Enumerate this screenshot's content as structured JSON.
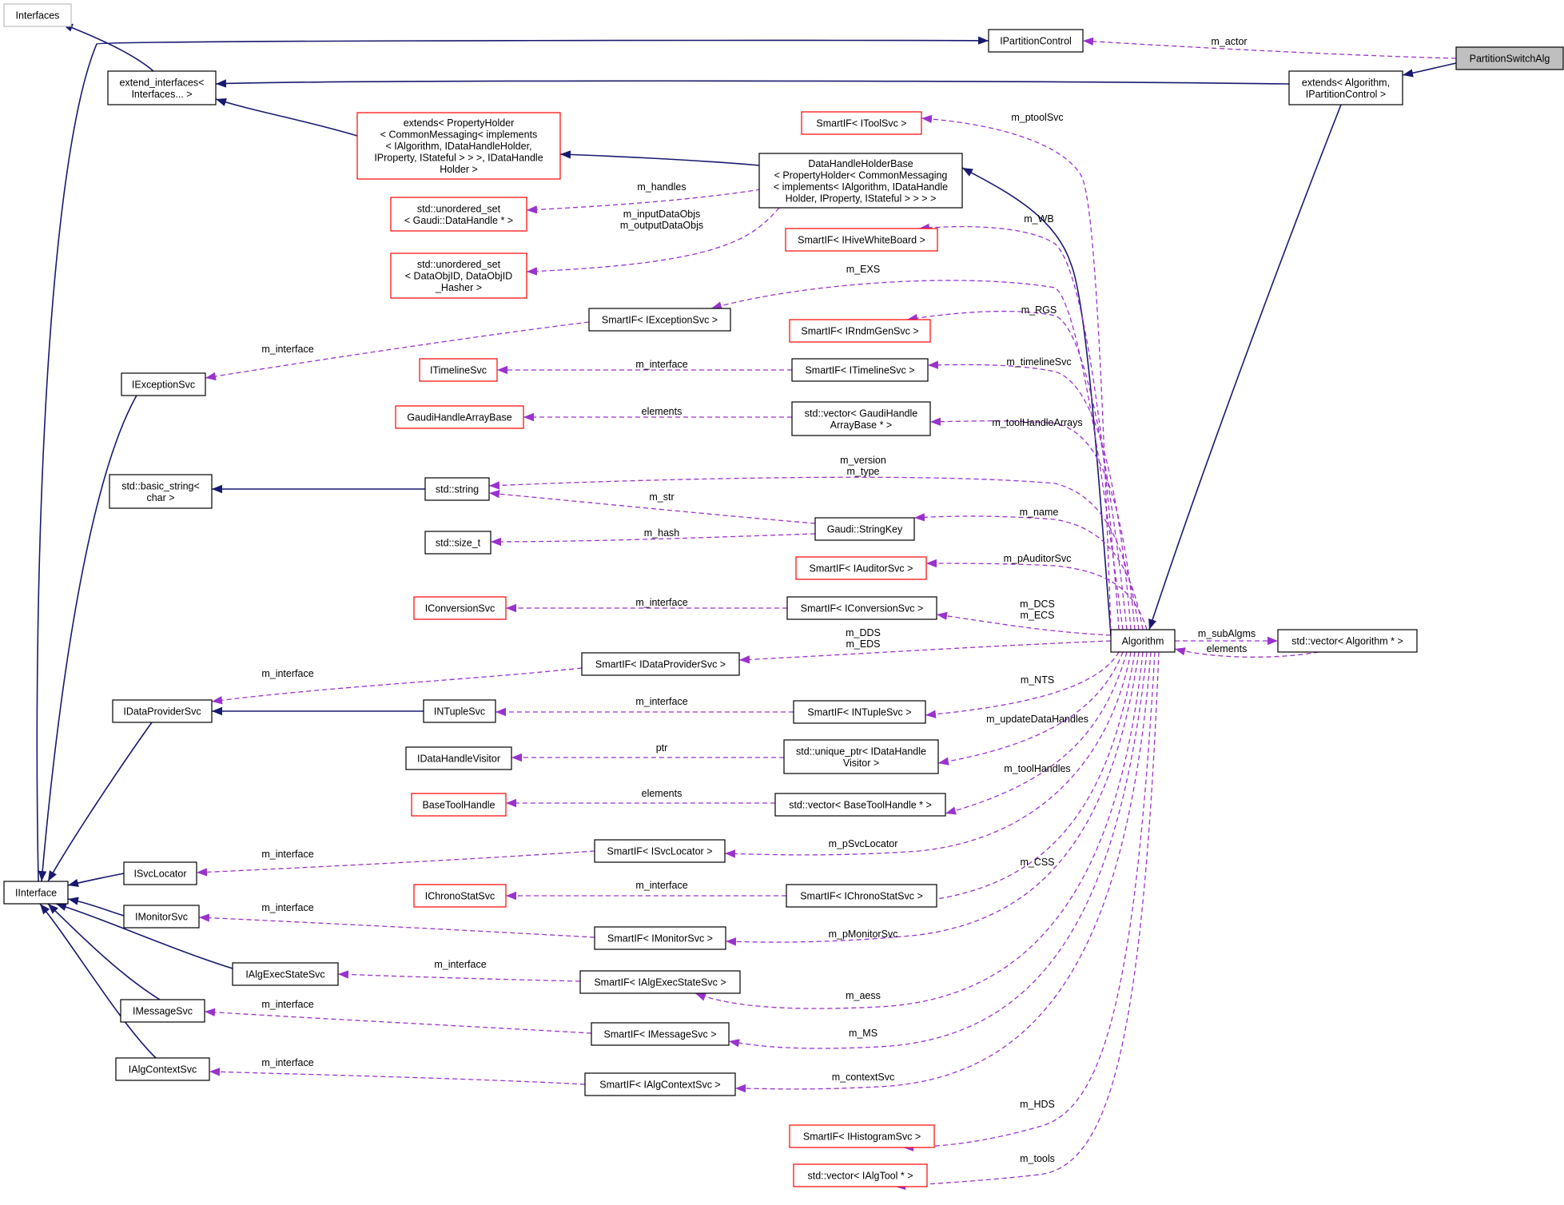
{
  "nodes": {
    "interfaces": {
      "lines": [
        "Interfaces"
      ],
      "style": "gray"
    },
    "extend_interfaces": {
      "lines": [
        "extend_interfaces<",
        "Interfaces... >"
      ],
      "style": "black"
    },
    "ipartitioncontrol": {
      "lines": [
        "IPartitionControl"
      ],
      "style": "black"
    },
    "partitionswitchalg": {
      "lines": [
        "PartitionSwitchAlg"
      ],
      "style": "focus"
    },
    "extends_alg": {
      "lines": [
        "extends< Algorithm,",
        "IPartitionControl >"
      ],
      "style": "black"
    },
    "extends_propertyholder": {
      "lines": [
        "extends< PropertyHolder",
        "< CommonMessaging< implements",
        "< IAlgorithm, IDataHandleHolder,",
        "IProperty, IStateful > > >, IDataHandle",
        "Holder >"
      ],
      "style": "red"
    },
    "datahandleholderbase": {
      "lines": [
        "DataHandleHolderBase",
        "< PropertyHolder< CommonMessaging",
        "< implements< IAlgorithm, IDataHandle",
        "Holder, IProperty, IStateful > > > >"
      ],
      "style": "black"
    },
    "smartif_itoolsvc": {
      "lines": [
        "SmartIF< IToolSvc >"
      ],
      "style": "red"
    },
    "unordered_set_datahandle": {
      "lines": [
        "std::unordered_set",
        "< Gaudi::DataHandle * >"
      ],
      "style": "red"
    },
    "smartif_ihivewhiteboard": {
      "lines": [
        "SmartIF< IHiveWhiteBoard >"
      ],
      "style": "red"
    },
    "unordered_set_dataobjid": {
      "lines": [
        "std::unordered_set",
        "< DataObjID, DataObjID",
        "_Hasher >"
      ],
      "style": "red"
    },
    "smartif_iexceptionsvc": {
      "lines": [
        "SmartIF< IExceptionSvc >"
      ],
      "style": "black"
    },
    "smartif_irndmgensvc": {
      "lines": [
        "SmartIF< IRndmGenSvc >"
      ],
      "style": "red"
    },
    "iexceptionsvc": {
      "lines": [
        "IExceptionSvc"
      ],
      "style": "black"
    },
    "itimelinesvc": {
      "lines": [
        "ITimelineSvc"
      ],
      "style": "red"
    },
    "smartif_itimelinesvc": {
      "lines": [
        "SmartIF< ITimelineSvc >"
      ],
      "style": "black"
    },
    "gaudihandlearraybase": {
      "lines": [
        "GaudiHandleArrayBase"
      ],
      "style": "red"
    },
    "vector_gaudihandle": {
      "lines": [
        "std::vector< GaudiHandle",
        "ArrayBase * >"
      ],
      "style": "black"
    },
    "basic_string": {
      "lines": [
        "std::basic_string<",
        "char >"
      ],
      "style": "black"
    },
    "std_string": {
      "lines": [
        "std::string"
      ],
      "style": "black"
    },
    "gaudi_stringkey": {
      "lines": [
        "Gaudi::StringKey"
      ],
      "style": "black"
    },
    "size_t": {
      "lines": [
        "std::size_t"
      ],
      "style": "black"
    },
    "smartif_iauditorsvc": {
      "lines": [
        "SmartIF< IAuditorSvc >"
      ],
      "style": "red"
    },
    "iconversionsvc": {
      "lines": [
        "IConversionSvc"
      ],
      "style": "red"
    },
    "smartif_iconversionsvc": {
      "lines": [
        "SmartIF< IConversionSvc >"
      ],
      "style": "black"
    },
    "algorithm": {
      "lines": [
        "Algorithm"
      ],
      "style": "black"
    },
    "vector_algorithm": {
      "lines": [
        "std::vector< Algorithm * >"
      ],
      "style": "black"
    },
    "smartif_idataprovidersvc": {
      "lines": [
        "SmartIF< IDataProviderSvc >"
      ],
      "style": "black"
    },
    "idataprovidersvc": {
      "lines": [
        "IDataProviderSvc"
      ],
      "style": "black"
    },
    "intuplesvc": {
      "lines": [
        "INTupleSvc"
      ],
      "style": "black"
    },
    "smartif_intuplesvc": {
      "lines": [
        "SmartIF< INTupleSvc >"
      ],
      "style": "black"
    },
    "idatahandlevisitor": {
      "lines": [
        "IDataHandleVisitor"
      ],
      "style": "black"
    },
    "unique_ptr_visitor": {
      "lines": [
        "std::unique_ptr< IDataHandle",
        "Visitor >"
      ],
      "style": "black"
    },
    "basetoolhandle": {
      "lines": [
        "BaseToolHandle"
      ],
      "style": "red"
    },
    "vector_basetoolhandle": {
      "lines": [
        "std::vector< BaseToolHandle * >"
      ],
      "style": "black"
    },
    "smartif_isvclocator": {
      "lines": [
        "SmartIF< ISvcLocator >"
      ],
      "style": "black"
    },
    "isvclocator": {
      "lines": [
        "ISvcLocator"
      ],
      "style": "black"
    },
    "iinterface": {
      "lines": [
        "IInterface"
      ],
      "style": "black"
    },
    "ichronostatsvc": {
      "lines": [
        "IChronoStatSvc"
      ],
      "style": "red"
    },
    "smartif_ichronostatsvc": {
      "lines": [
        "SmartIF< IChronoStatSvc >"
      ],
      "style": "black"
    },
    "imonitorsvc": {
      "lines": [
        "IMonitorSvc"
      ],
      "style": "black"
    },
    "smartif_imonitorsvc": {
      "lines": [
        "SmartIF< IMonitorSvc >"
      ],
      "style": "black"
    },
    "ialgexecstatesvc": {
      "lines": [
        "IAlgExecStateSvc"
      ],
      "style": "black"
    },
    "smartif_ialgexecstatesvc": {
      "lines": [
        "SmartIF< IAlgExecStateSvc >"
      ],
      "style": "black"
    },
    "imessagesvc": {
      "lines": [
        "IMessageSvc"
      ],
      "style": "black"
    },
    "smartif_imessagesvc": {
      "lines": [
        "SmartIF< IMessageSvc >"
      ],
      "style": "black"
    },
    "ialgcontextsvc": {
      "lines": [
        "IAlgContextSvc"
      ],
      "style": "black"
    },
    "smartif_ialgcontextsvc": {
      "lines": [
        "SmartIF< IAlgContextSvc >"
      ],
      "style": "black"
    },
    "smartif_ihistogramsvc": {
      "lines": [
        "SmartIF< IHistogramSvc >"
      ],
      "style": "red"
    },
    "vector_ialgtool": {
      "lines": [
        "std::vector< IAlgTool * >"
      ],
      "style": "red"
    }
  },
  "edge_labels": {
    "m_actor": [
      "m_actor"
    ],
    "m_ptoolSvc": [
      "m_ptoolSvc"
    ],
    "m_handles": [
      "m_handles"
    ],
    "m_inputDataObjs": [
      "m_inputDataObjs",
      "m_outputDataObjs"
    ],
    "m_WB": [
      "m_WB"
    ],
    "m_EXS": [
      "m_EXS"
    ],
    "m_RGS": [
      "m_RGS"
    ],
    "m_interface_exception": [
      "m_interface"
    ],
    "m_interface_timeline": [
      "m_interface"
    ],
    "m_timelineSvc": [
      "m_timelineSvc"
    ],
    "elements_gaudihandle": [
      "elements"
    ],
    "m_toolHandleArrays": [
      "m_toolHandleArrays"
    ],
    "m_version": [
      "m_version",
      "m_type"
    ],
    "m_str": [
      "m_str"
    ],
    "m_name": [
      "m_name"
    ],
    "m_hash": [
      "m_hash"
    ],
    "m_pAuditorSvc": [
      "m_pAuditorSvc"
    ],
    "m_interface_conversion": [
      "m_interface"
    ],
    "m_DCS": [
      "m_DCS",
      "m_ECS"
    ],
    "m_subAlgms": [
      "m_subAlgms"
    ],
    "elements_algorithm": [
      "elements"
    ],
    "m_DDS": [
      "m_DDS",
      "m_EDS"
    ],
    "m_interface_dataprovider": [
      "m_interface"
    ],
    "m_NTS": [
      "m_NTS"
    ],
    "m_interface_ntuple": [
      "m_interface"
    ],
    "m_updateDataHandles": [
      "m_updateDataHandles"
    ],
    "ptr": [
      "ptr"
    ],
    "m_toolHandles": [
      "m_toolHandles"
    ],
    "elements_basetool": [
      "elements"
    ],
    "m_interface_svclocator": [
      "m_interface"
    ],
    "m_pSvcLocator": [
      "m_pSvcLocator"
    ],
    "m_CSS": [
      "m_CSS"
    ],
    "m_interface_chrono": [
      "m_interface"
    ],
    "m_interface_monitor": [
      "m_interface"
    ],
    "m_pMonitorSvc": [
      "m_pMonitorSvc"
    ],
    "m_interface_algexec": [
      "m_interface"
    ],
    "m_aess": [
      "m_aess"
    ],
    "m_interface_message": [
      "m_interface"
    ],
    "m_MS": [
      "m_MS"
    ],
    "m_interface_algcontext": [
      "m_interface"
    ],
    "m_contextSvc": [
      "m_contextSvc"
    ],
    "m_HDS": [
      "m_HDS"
    ],
    "m_tools": [
      "m_tools"
    ]
  },
  "colors": {
    "inheritance": "#191970",
    "usage": "#9a32cd",
    "border_black": "#000000",
    "border_red": "#ff0000",
    "border_gray": "#bfbfbf",
    "focus_fill": "#bfbfbf"
  }
}
